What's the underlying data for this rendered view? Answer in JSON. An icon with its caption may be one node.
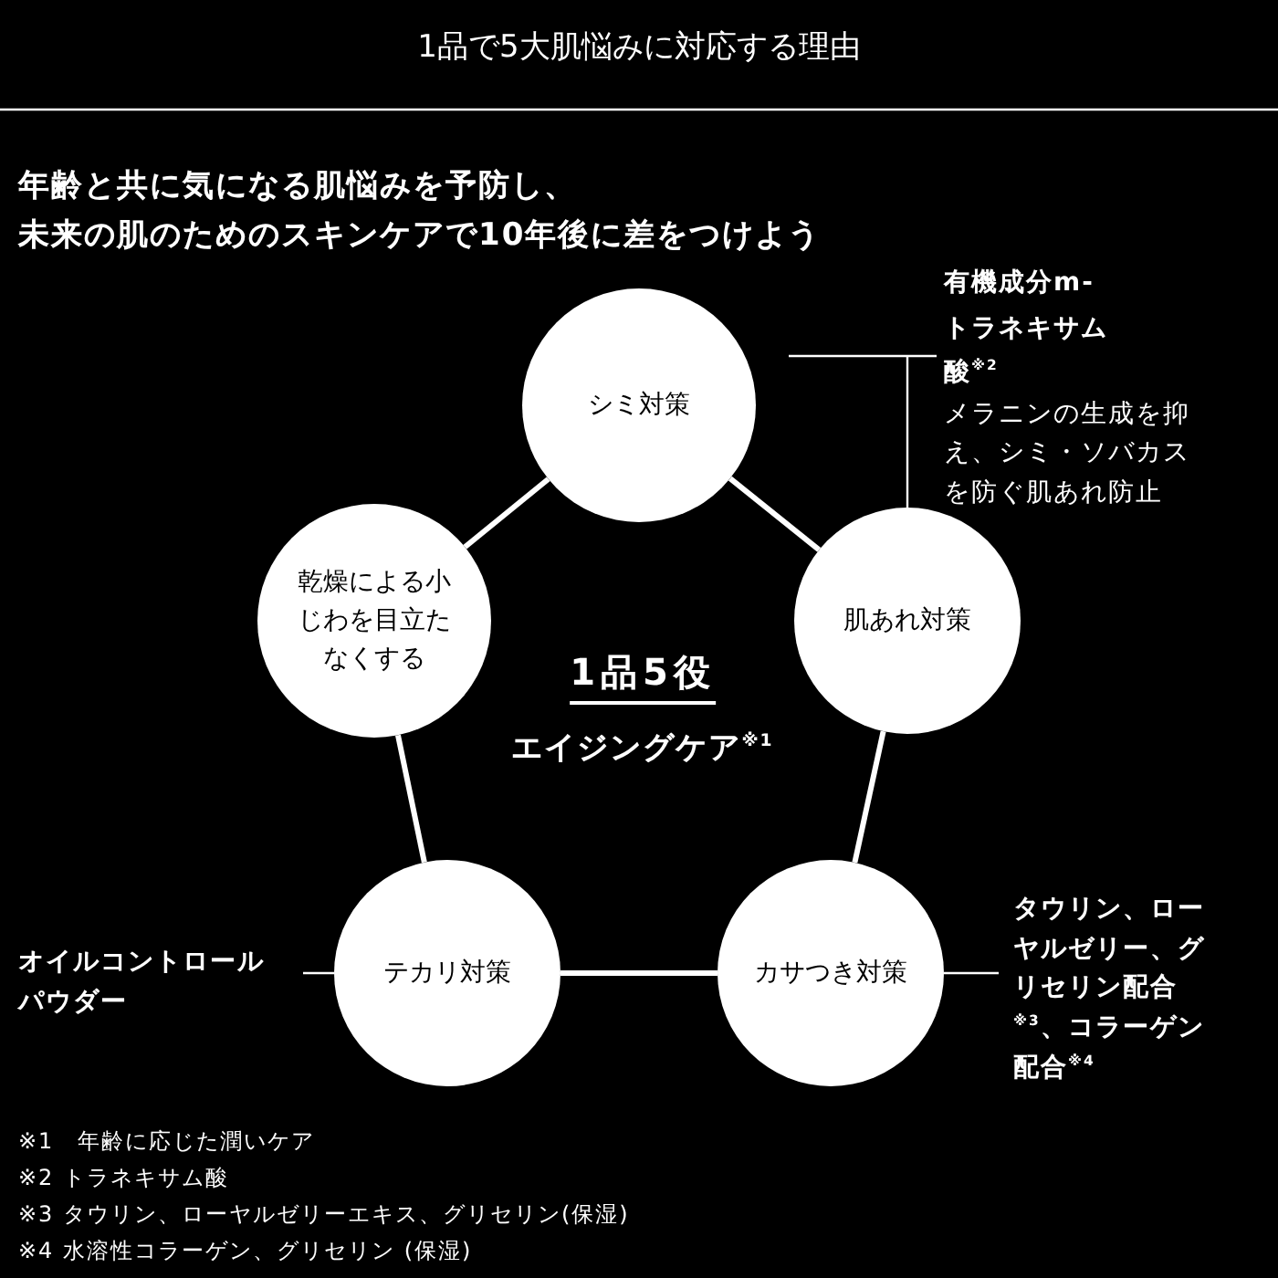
{
  "diagram": {
    "title": "1品で5大肌悩みに対応する理由",
    "nodes": [
      {
        "text": [
          "シミ対策"
        ]
      },
      {
        "text": [
          "肌あれ対策"
        ]
      },
      {
        "text": [
          "カサつき対策"
        ]
      },
      {
        "text": [
          "テカリ対策"
        ]
      },
      {
        "text": [
          "乾燥による小じわを目立たなくする"
        ]
      },
      {
        "text": [
          "有機成分m-トラネキサム酸$^{※2}$",
          "メラニンの生成を抑え、シミ・ソバカスを防ぐ肌あれ防止"
        ]
      },
      {
        "text": [
          "タウリン、ローヤルゼリー、グリセリン配合$^{※3}$、コラーゲン配合$^{※4}$"
        ]
      },
      {
        "text": [
          "オイルコントロールパウダー"
        ]
      }
    ],
    "edges": [
      {
        "from": 0,
        "to": 1,
        "arrow": "none"
      },
      {
        "from": 1,
        "to": 2,
        "arrow": "none"
      },
      {
        "from": 2,
        "to": 3,
        "arrow": "none"
      },
      {
        "from": 3,
        "to": 4,
        "arrow": "none"
      },
      {
        "from": 4,
        "to": 0,
        "arrow": "none"
      },
      {
        "from": 5,
        "to": 1,
        "arrow": "none"
      },
      {
        "from": 6,
        "to": 2,
        "arrow": "none"
      },
      {
        "from": 7,
        "to": 3,
        "arrow": "none"
      }
    ],
    "labels": [
      "年齢と共に気になる肌悩みを予防し、",
      "未来の肌のためのスキンケアで10年後に差をつけよう",
      "1品5役",
      "エイジングケア$^{※1}$",
      "※1　年齢に応じた潤いケア",
      "※2 トラネキサム酸",
      "※3 タウリン、ローヤルゼリーエキス、グリセリン(保湿)",
      "※4 水溶性コラーゲン、グリセリン (保湿)"
    ]
  }
}
